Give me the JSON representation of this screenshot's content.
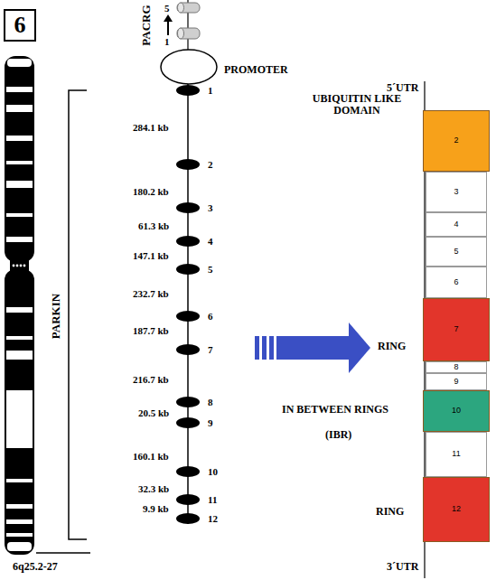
{
  "diagram": {
    "nodes": [
      {
        "text": [
          "6"
        ]
      },
      {
        "text": [
          "2"
        ]
      },
      {
        "text": [
          "3"
        ]
      },
      {
        "text": [
          "4"
        ]
      },
      {
        "text": [
          "5"
        ]
      },
      {
        "text": [
          "6"
        ]
      },
      {
        "text": [
          "7"
        ]
      },
      {
        "text": [
          "8"
        ]
      },
      {
        "text": [
          "9"
        ]
      },
      {
        "text": [
          "10"
        ]
      },
      {
        "text": [
          "11"
        ]
      },
      {
        "text": [
          "12"
        ]
      }
    ],
    "labels": [
      "PACRG",
      "5",
      "1",
      "PROMOTER",
      "1",
      "284.1 kb",
      "2",
      "180.2 kb",
      "3",
      "61.3 kb",
      "4",
      "147.1 kb",
      "5",
      "232.7 kb",
      "6",
      "187.7 kb",
      "7",
      "216.7 kb",
      "8",
      "20.5 kb",
      "9",
      "160.1 kb",
      "10",
      "32.3 kb",
      "11",
      "9.9 kb",
      "12",
      "PARKIN",
      "6q25.2-27",
      "5´UTR",
      "UBIQUITIN LIKE DOMAIN",
      "RING",
      "IN BETWEEN RINGS",
      "(IBR)",
      "RING",
      "3´UTR"
    ]
  }
}
